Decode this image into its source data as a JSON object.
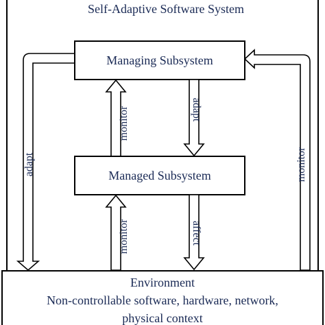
{
  "system": {
    "title": "Self-Adaptive Software System"
  },
  "managing": {
    "label": "Managing Subsystem"
  },
  "managed": {
    "label": "Managed Subsystem"
  },
  "environment": {
    "line1": "Environment",
    "line2": "Non-controllable software, hardware, network,",
    "line3": "physical context"
  },
  "arrows": {
    "outer_left": "adapt",
    "outer_right": "monitor",
    "upper_up": "monitor",
    "upper_down": "adapt",
    "lower_up": "monitor",
    "lower_down": "affect"
  },
  "colors": {
    "text": "#1a2a55",
    "stroke": "#000000",
    "fill": "#ffffff"
  }
}
